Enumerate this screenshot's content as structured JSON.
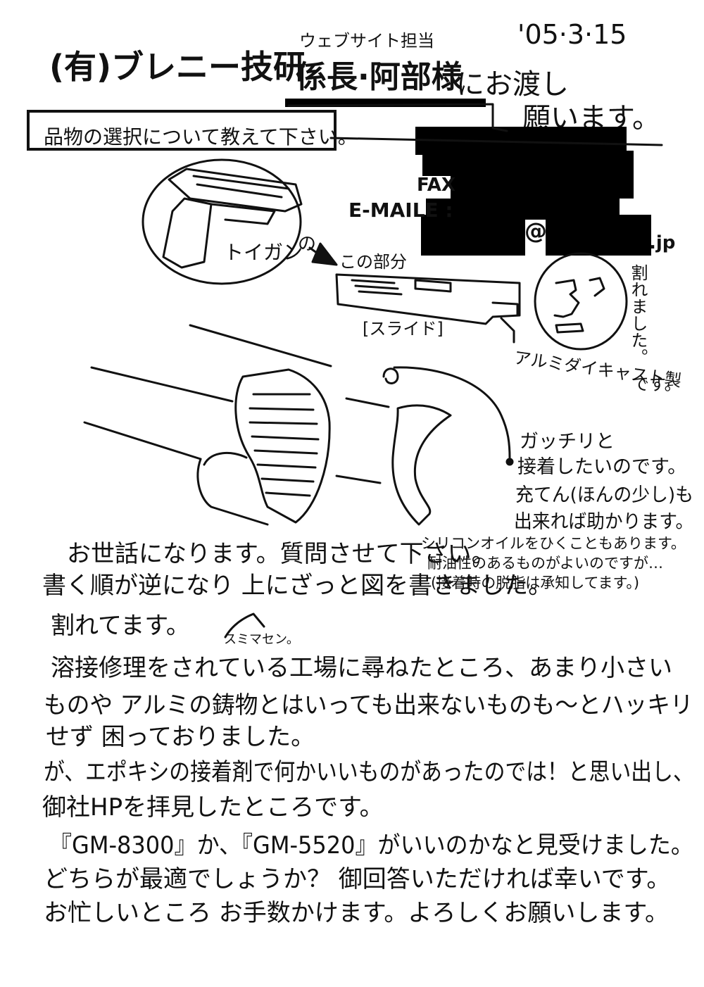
{
  "header": {
    "date": "'05·3·15",
    "company": "(有)ブレニー技研",
    "department": "ウェブサイト担当",
    "recipient": "係長·阿部様",
    "request_line1": "にお渡し",
    "request_line2": "願います。"
  },
  "boxed_request": "品物の選択について教えて下さい。",
  "contact": {
    "fax_label": "FAX",
    "email_label": "E-MAILE :",
    "at_sign": "@",
    "domain_suffix": ".jp"
  },
  "diagram_labels": {
    "toygun": "トイガン",
    "toygun_particle": "の",
    "this_part": "この部分",
    "slide": "[スライド]",
    "broke": "割れました。",
    "material_line1": "アルミダイキャスト製",
    "material_line2": "です。"
  },
  "notes": {
    "line1": "ガッチリと",
    "line2": "接着したいのです。",
    "line3": "充てん(ほんの少し)も",
    "line4": "出来れば助かります。",
    "line5": "シリコンオイルをひくこともあります。",
    "line6": "耐油性のあるものがよいのですが…",
    "line7": "(接着時の脱脂は承知してます。)"
  },
  "body": {
    "line1": "お世話になります。質問させて下さい。",
    "line2": "書く順が逆になり 上にざっと図を書きました。",
    "line3": "割れてます。",
    "aside": "スミマセン。",
    "line4": "溶接修理をされている工場に尋ねたところ、あまり小さい",
    "line5": "ものや アルミの鋳物とはいっても出来ないものも〜とハッキリ",
    "line6": "せず 困っておりました。",
    "line7": "が、エポキシの接着剤で何かいいものがあったのでは！と思い出し、",
    "line8": "御社HPを拝見したところです。",
    "line9": "『GM-8300』か、『GM-5520』がいいのかなと見受けました。",
    "line10": "どちらが最適でしょうか？ 御回答いただければ幸いです。",
    "line11": "お忙しいところ お手数かけます。よろしくお願いします。"
  }
}
